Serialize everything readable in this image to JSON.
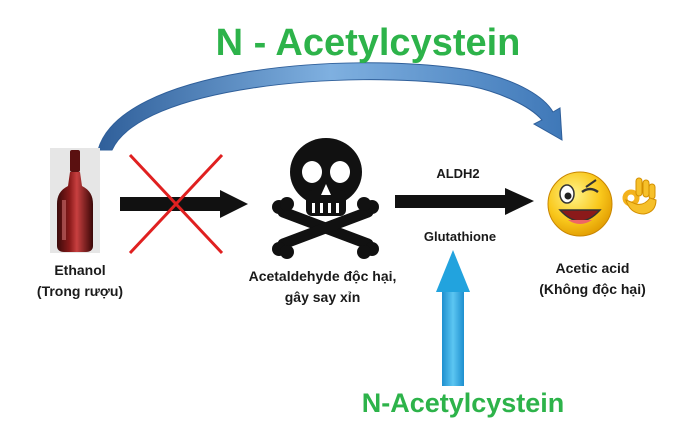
{
  "title_top": "N - Acetylcystein",
  "title_bottom": "N-Acetylcystein",
  "nodes": {
    "ethanol": {
      "line1": "Ethanol",
      "line2": "(Trong rượu)"
    },
    "acetaldehyde": {
      "line1": "Acetaldehyde độc hại,",
      "line2": "gây say xỉn"
    },
    "acetic_acid": {
      "line1": "Acetic acid",
      "line2": "(Không độc hại)"
    }
  },
  "enzymes": {
    "aldh2": "ALDH2",
    "glutathione": "Glutathione"
  },
  "icons": [
    "wine-bottle-icon",
    "skull-crossbones-icon",
    "winking-smiley-icon",
    "ok-hand-icon",
    "red-x-mark"
  ],
  "colors": {
    "title_green": "#2db34a",
    "curved_arrow_blue": "#3f78b8",
    "vertical_arrow_blue": "#22a3de",
    "cross_red": "#e02020",
    "arrow_black": "#111111"
  }
}
